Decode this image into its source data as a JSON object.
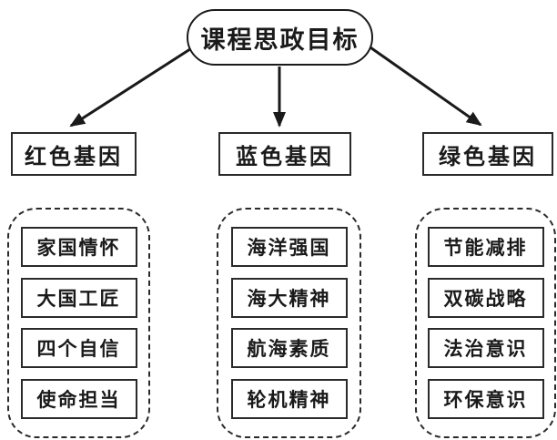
{
  "root": {
    "label": "课程思政目标"
  },
  "branches": [
    {
      "category": "红色基因",
      "items": [
        "家国情怀",
        "大国工匠",
        "四个自信",
        "使命担当"
      ]
    },
    {
      "category": "蓝色基因",
      "items": [
        "海洋强国",
        "海大精神",
        "航海素质",
        "轮机精神"
      ]
    },
    {
      "category": "绿色基因",
      "items": [
        "节能减排",
        "双碳战略",
        "法治意识",
        "环保意识"
      ]
    }
  ],
  "colors": {
    "line": "#1a1a1a",
    "background": "#ffffff"
  }
}
